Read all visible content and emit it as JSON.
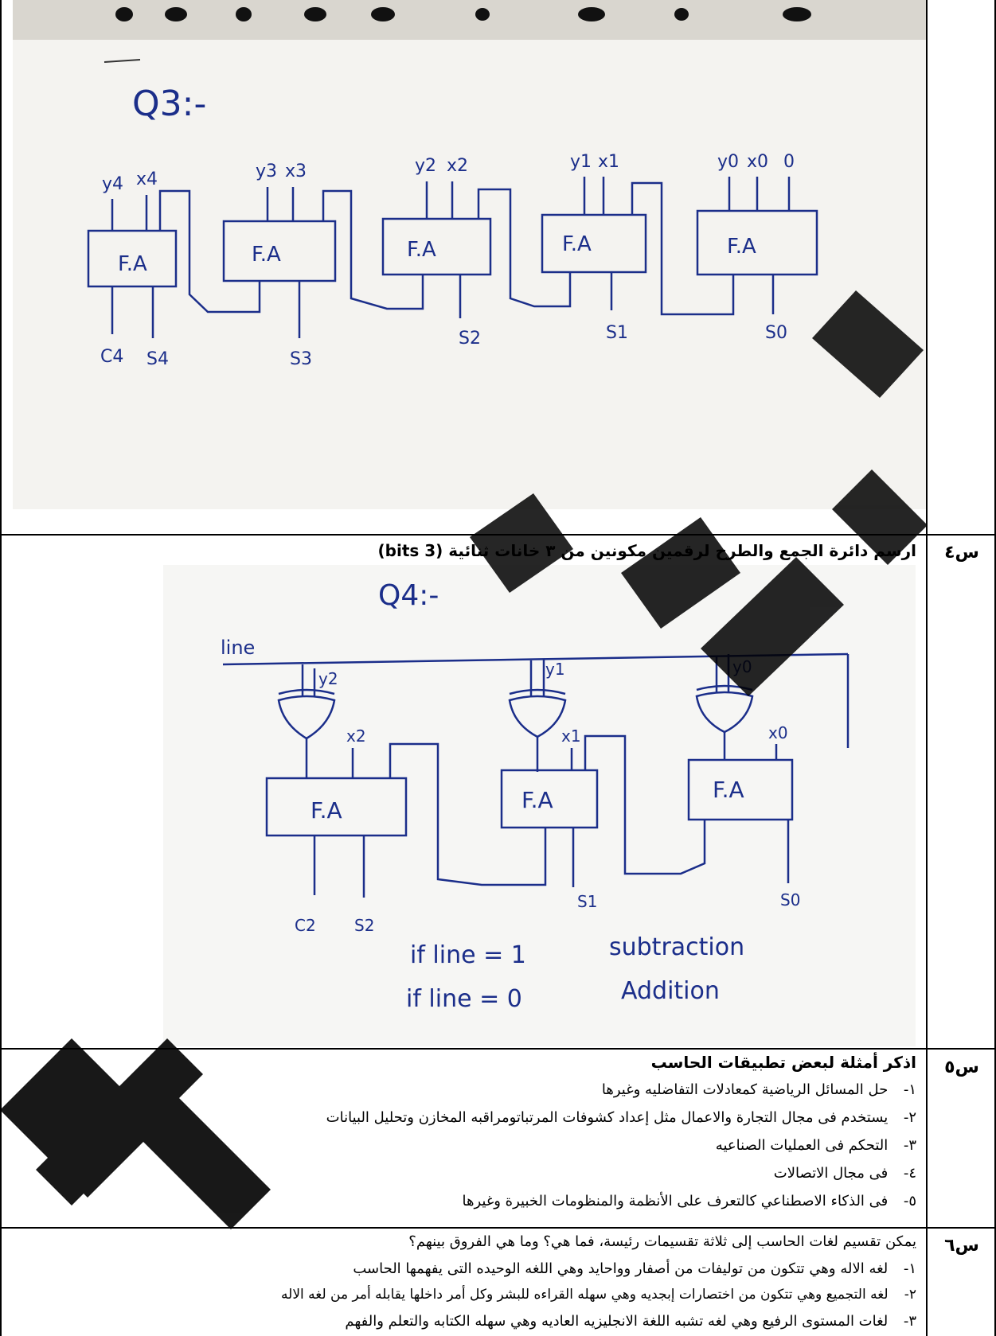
{
  "q3": {
    "photo": {
      "heading": "Q3:-",
      "blocks": [
        {
          "label": "F.A",
          "inputs": [
            "y4",
            "x4"
          ],
          "outputs": [
            "C4",
            "S4"
          ]
        },
        {
          "label": "F.A",
          "inputs": [
            "y3",
            "x3"
          ],
          "outputs": [
            "S3"
          ]
        },
        {
          "label": "F.A",
          "inputs": [
            "y2",
            "x2"
          ],
          "outputs": [
            "S2"
          ]
        },
        {
          "label": "F.A",
          "inputs": [
            "y1",
            "x1"
          ],
          "outputs": [
            "S1"
          ]
        },
        {
          "label": "F.A",
          "inputs": [
            "y0",
            "x0",
            "0"
          ],
          "outputs": [
            "S0"
          ]
        }
      ]
    }
  },
  "q4": {
    "number": "س٤",
    "question": "ارسم دائرة الجمع والطرح لرقمين مكونين من ٣ خانات ثنائية (3 bits)",
    "photo": {
      "heading": "Q4:-",
      "line_label": "line",
      "blocks": [
        {
          "label": "F.A",
          "inputs": [
            "y2",
            "x2"
          ],
          "outputs": [
            "C2",
            "S2"
          ]
        },
        {
          "label": "F.A",
          "inputs": [
            "y1",
            "x1"
          ],
          "outputs": [
            "S1"
          ]
        },
        {
          "label": "F.A",
          "inputs": [
            "y0",
            "x0"
          ],
          "outputs": [
            "S0"
          ]
        }
      ],
      "notes": [
        {
          "condition": "if line = 1",
          "result": "subtraction"
        },
        {
          "condition": "if line = 0",
          "result": "Addition"
        }
      ]
    }
  },
  "q5": {
    "number": "س٥",
    "question": "اذكر أمثلة لبعض تطبيقات الحاسب",
    "items": [
      {
        "num": "١-",
        "text": "حل المسائل الرياضية كمعادلات التفاضليه وغيرها"
      },
      {
        "num": "٢-",
        "text": "يستخدم فى مجال التجارة والاعمال مثل إعداد كشوفات المرتباتومراقبه المخازن وتحليل البيانات"
      },
      {
        "num": "٣-",
        "text": "التحكم فى العمليات الصناعيه"
      },
      {
        "num": "٤-",
        "text": "فى مجال الاتصالات"
      },
      {
        "num": "٥-",
        "text": "فى الذكاء الاصطناعي كالتعرف على الأنظمة والمنظومات الخبيرة وغيرها"
      }
    ]
  },
  "q6": {
    "number": "س٦",
    "question": "يمكن تقسيم لغات الحاسب إلى ثلاثة تقسيمات رئيسة، فما هي؟ وما هي الفروق بينهم؟",
    "items": [
      {
        "num": "١-",
        "text": "لغه الاله وهي تتكون من توليفات من أصفار وواحايد وهي اللغه الوحيده التى يفهمها الحاسب"
      },
      {
        "num": "٢-",
        "text": "لغه التجميع وهي تتكون من اختصارات إبجديه وهي سهله القراءه للبشر وكل أمر داخلها يقابله أمر من لغه الاله"
      },
      {
        "num": "٣-",
        "text": "لغات المستوى الرفيع وهي لغه تشبه اللغة الانجليزيه العاديه وهي سهله الكتابه والتعلم والفهم"
      }
    ]
  }
}
